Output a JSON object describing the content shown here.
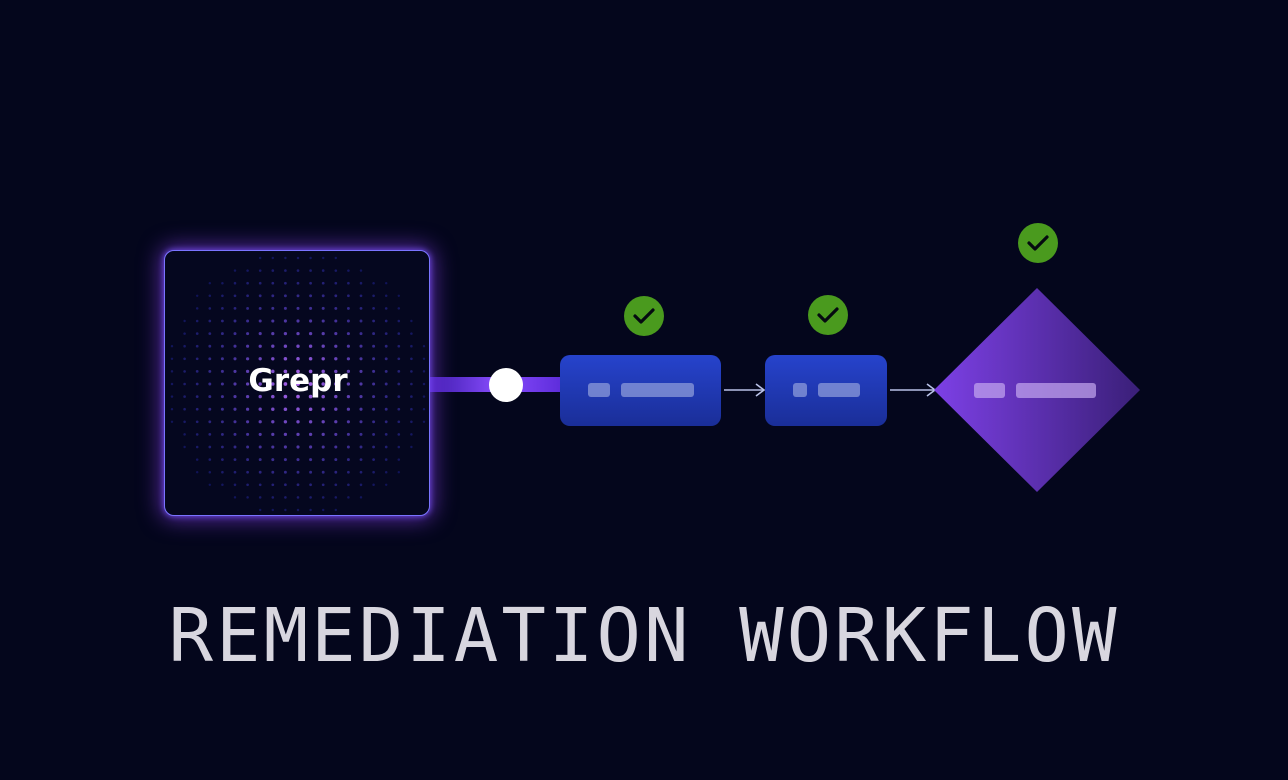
{
  "logo": {
    "text": "Grepr"
  },
  "title": "REMEDIATION WORKFLOW",
  "icons": {
    "status": "check-circle-icon",
    "connector": "arrow-right-icon"
  },
  "colors": {
    "background": "#04061c",
    "source_border": "#7a74ff",
    "source_glow": "#9646ff",
    "dot_core": "#b76bff",
    "dot_outer": "#2b3bd8",
    "connector_gradient": [
      "#5a2ad8",
      "#8a4dff"
    ],
    "step_fill": [
      "#2541c8",
      "#1a2f9a"
    ],
    "decision_fill": [
      "#7a3fe0",
      "#3a1f78"
    ],
    "check_fill": "#4a9a1e",
    "check_mark": "#050a10",
    "arrow": "#b9c1e8",
    "placeholder_bar": "#8c9bd9",
    "title": "#d8d6df"
  },
  "workflow": {
    "steps": [
      {
        "id": "step-1",
        "shape": "rounded-rect",
        "status": "complete"
      },
      {
        "id": "step-2",
        "shape": "rounded-rect",
        "status": "complete"
      },
      {
        "id": "step-3",
        "shape": "diamond",
        "status": "complete"
      }
    ]
  }
}
